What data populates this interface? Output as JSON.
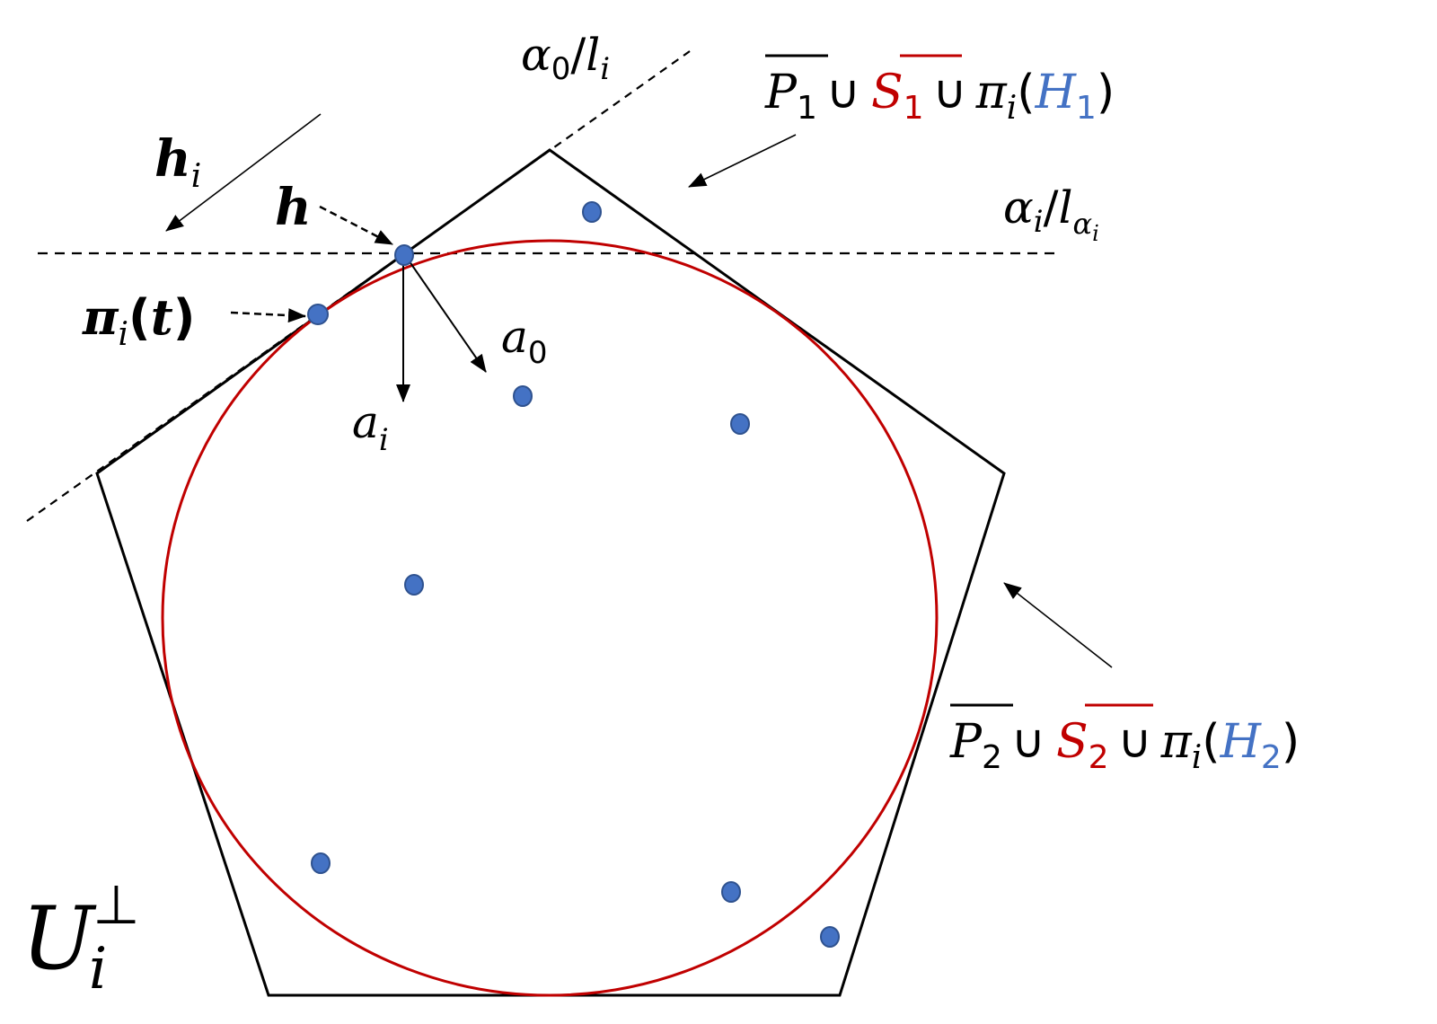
{
  "colors": {
    "polygon": "#000000",
    "circle": "#c00000",
    "points": "#4472c4",
    "point_stroke": "#2f528f"
  },
  "labels": {
    "alpha0_li": {
      "alpha": "α",
      "sub0": "0",
      "slash": "/",
      "l": "l",
      "i": "i"
    },
    "alphai_lalphai": {
      "alpha": "α",
      "i": "i",
      "slash": "/",
      "l": "l",
      "subalpha": "α",
      "subi": "i"
    },
    "set1": {
      "p": "P",
      "p_sub": "1",
      "union1": "∪",
      "s": "S",
      "s_sub": "1",
      "union2": "∪",
      "pi": "π",
      "pi_sub": "i",
      "lparen": "(",
      "h": "H",
      "h_sub": "1",
      "rparen": ")"
    },
    "set2": {
      "p": "P",
      "p_sub": "2",
      "union1": "∪",
      "s": "S",
      "s_sub": "2",
      "union2": "∪",
      "pi": "π",
      "pi_sub": "i",
      "lparen": "(",
      "h": "H",
      "h_sub": "2",
      "rparen": ")"
    },
    "h_i": {
      "h": "h",
      "i": "i"
    },
    "h": "h",
    "pi_t": {
      "pi": "π",
      "i": "i",
      "lparen": "(",
      "t": "t",
      "rparen": ")"
    },
    "a0": {
      "a": "a",
      "sub": "0"
    },
    "ai": {
      "a": "a",
      "sub": "i"
    },
    "U": {
      "u": "U",
      "sub": "i",
      "sup": "⊥"
    }
  }
}
